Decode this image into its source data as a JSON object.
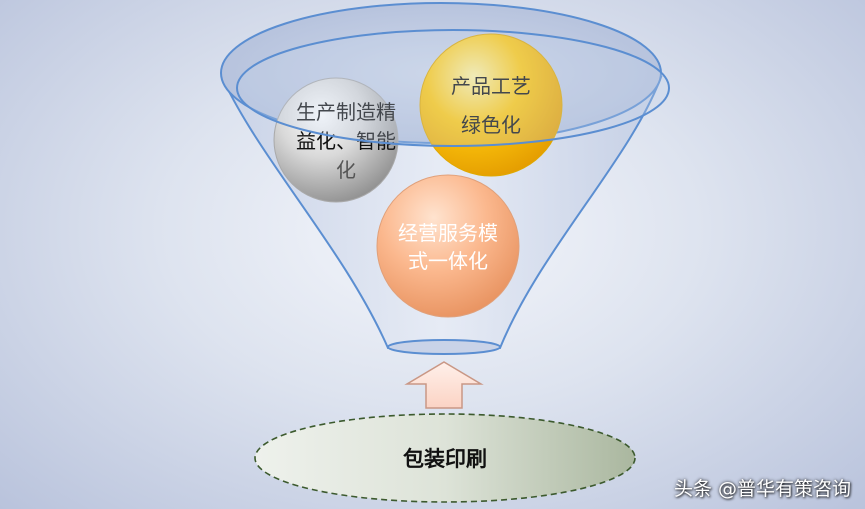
{
  "diagram": {
    "balls": [
      {
        "id": "gray",
        "lines": [
          "生产制造精",
          "益化、智能",
          "化"
        ]
      },
      {
        "id": "gold",
        "lines": [
          "产品工艺",
          "绿色化"
        ]
      },
      {
        "id": "peach",
        "lines": [
          "经营服务模",
          "式一体化"
        ]
      }
    ],
    "base_label": "包装印刷"
  },
  "watermark": "头条 @普华有策咨询"
}
